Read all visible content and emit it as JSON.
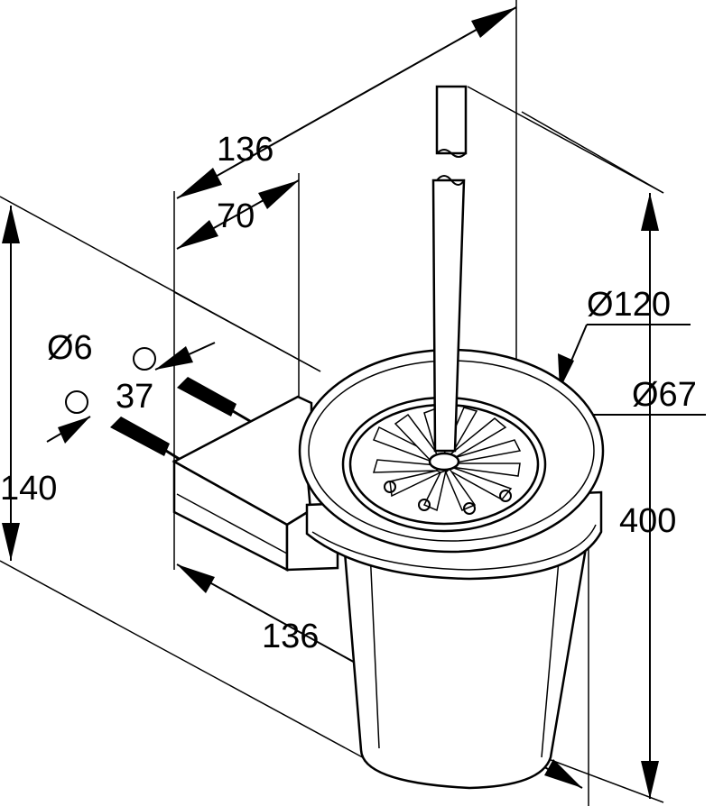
{
  "dimensions": {
    "top_width": "136",
    "top_depth": "70",
    "bracket_width": "136",
    "wall_height": "140",
    "total_height": "400",
    "rim_diameter": "Ø120",
    "brush_diameter": "Ø67",
    "screw_diameter": "Ø6",
    "screw_length": "37"
  }
}
